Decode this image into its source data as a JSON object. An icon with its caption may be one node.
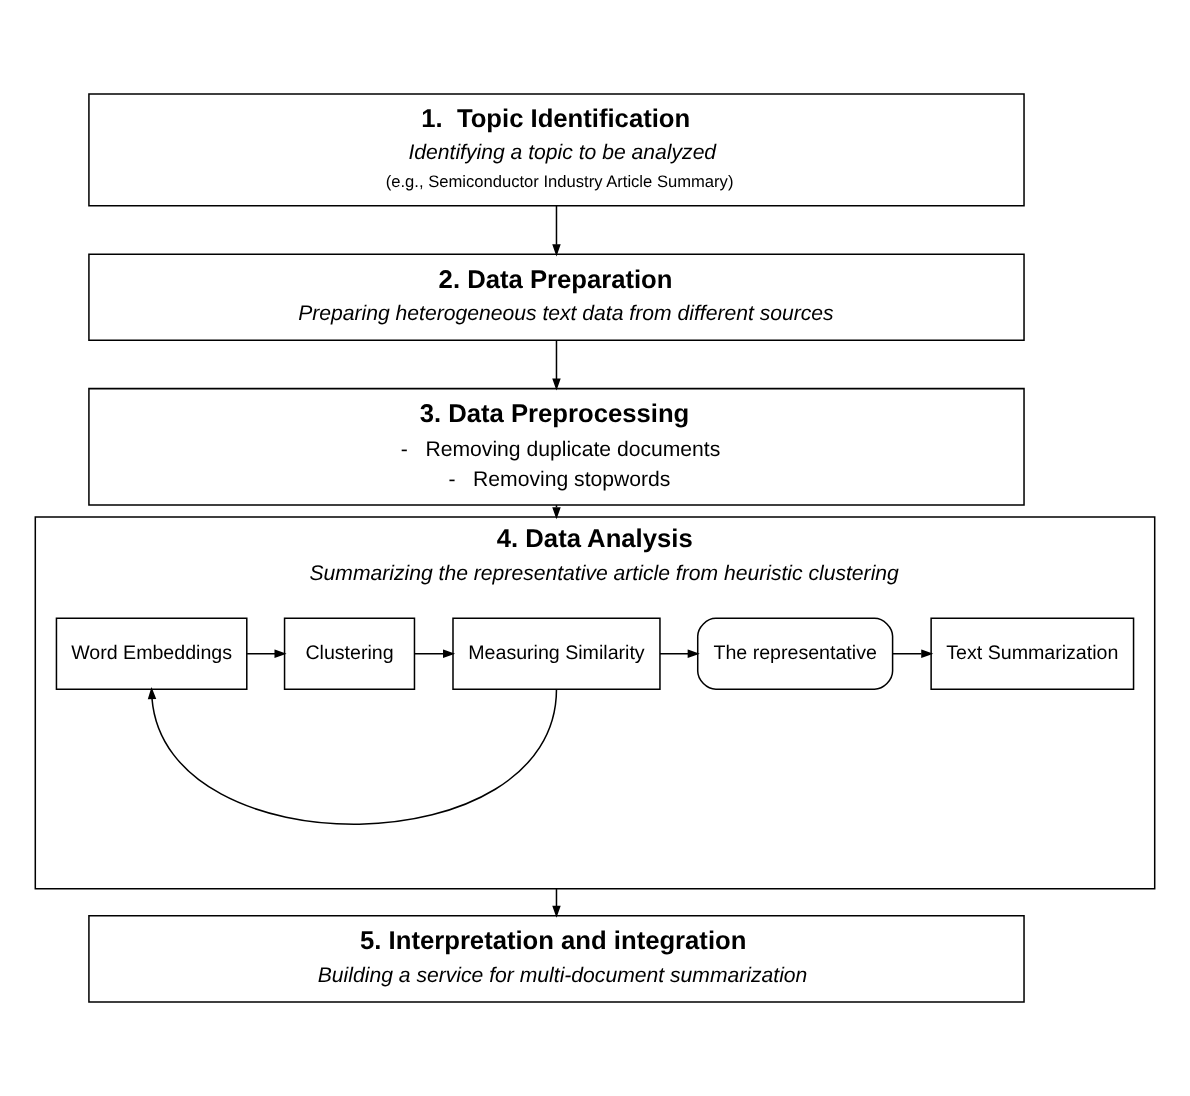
{
  "diagram": {
    "nodes": [
      {
        "text": [
          "1.  Topic Identification",
          "Identifying a topic to be analyzed",
          "(e.g., Semiconductor Industry Article Summary)"
        ]
      },
      {
        "text": [
          "2. Data Preparation",
          "Preparing heterogeneous text data from different sources"
        ]
      },
      {
        "text": [
          "3. Data Preprocessing",
          "-   Removing duplicate documents",
          "-   Removing stopwords"
        ]
      },
      {
        "text": [
          "4. Data Analysis",
          "Summarizing the representative article from heuristic clustering"
        ]
      },
      {
        "text": [
          "Word Embeddings"
        ],
        "in": 3
      },
      {
        "text": [
          "Clustering"
        ],
        "in": 3
      },
      {
        "text": [
          "Measuring Similarity"
        ],
        "in": 3
      },
      {
        "text": [
          "The representative"
        ],
        "in": 3
      },
      {
        "text": [
          "Text Summarization"
        ],
        "in": 3
      },
      {
        "text": [
          "5. Interpretation and integration",
          "Building a service for multi-document summarization"
        ]
      }
    ],
    "edges": [
      {
        "from": 0,
        "to": 1,
        "arrow": "to"
      },
      {
        "from": 1,
        "to": 2,
        "arrow": "to"
      },
      {
        "from": 2,
        "to": 3,
        "arrow": "to"
      },
      {
        "from": 3,
        "to": 9,
        "arrow": "to"
      },
      {
        "from": 4,
        "to": 5,
        "arrow": "to"
      },
      {
        "from": 5,
        "to": 6,
        "arrow": "to"
      },
      {
        "from": 6,
        "to": 7,
        "arrow": "to"
      },
      {
        "from": 7,
        "to": 8,
        "arrow": "to"
      },
      {
        "from": 6,
        "to": 4,
        "arrow": "to"
      }
    ]
  }
}
